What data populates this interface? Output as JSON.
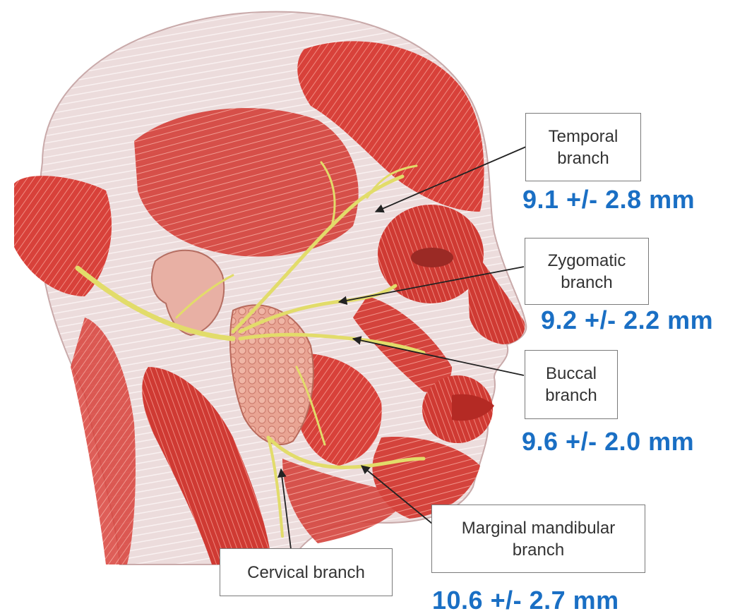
{
  "colors": {
    "muscle": "#d8413a",
    "muscle_dark": "#b42a24",
    "fascia": "#e9d7d7",
    "skin_light": "#f1e4e2",
    "nerve": "#e2dc6a",
    "gland": "#e8a08f",
    "measure_text": "#1a6fc4",
    "label_border": "#7a7a7a"
  },
  "branches": [
    {
      "id": "temporal",
      "label": "Temporal\nbranch",
      "measurement": "9.1 +/- 2.8 mm"
    },
    {
      "id": "zygomatic",
      "label": "Zygomatic\nbranch",
      "measurement": "9.2 +/- 2.2 mm"
    },
    {
      "id": "buccal",
      "label": "Buccal\nbranch",
      "measurement": "9.6 +/- 2.0 mm"
    },
    {
      "id": "marginal-mandibular",
      "label": "Marginal mandibular\nbranch",
      "measurement": "10.6 +/- 2.7 mm"
    },
    {
      "id": "cervical",
      "label": "Cervical branch"
    }
  ]
}
